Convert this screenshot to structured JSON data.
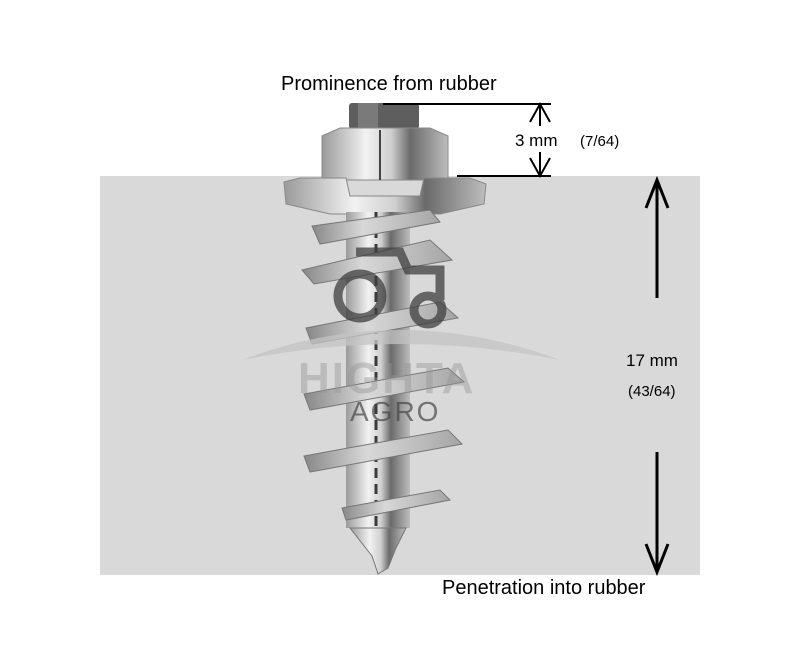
{
  "labels": {
    "prominence_title": "Prominence from rubber",
    "penetration_title": "Penetration into rubber",
    "prominence_metric": "3 mm",
    "prominence_imperial": "(7/64)",
    "penetration_metric": "17 mm",
    "penetration_imperial": "(43/64)"
  },
  "watermark": {
    "brand": "HIGHTA",
    "sub": "AGRO",
    "icon": "tractor-icon"
  },
  "colors": {
    "rubber": "#d9d9d9",
    "arrow": "#000000",
    "metal_light": "#e6e6e6",
    "metal_dark": "#5a5a5a"
  }
}
